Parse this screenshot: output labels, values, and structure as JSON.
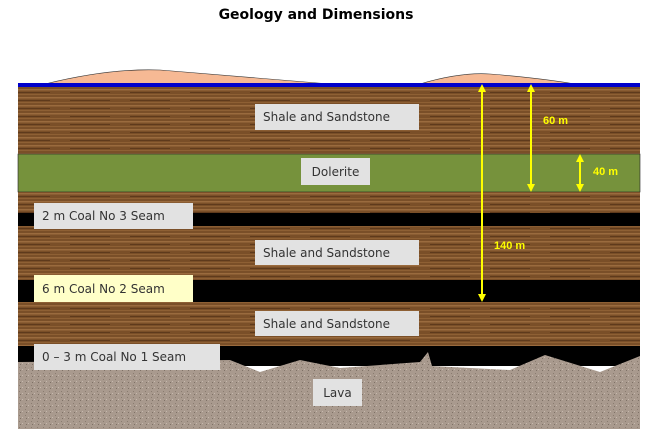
{
  "title": "Geology and Dimensions",
  "layers": {
    "shale_1": "Shale and Sandstone",
    "dolerite": "Dolerite",
    "coal_3": "2 m Coal No 3 Seam",
    "shale_2": "Shale and Sandstone",
    "coal_2": "6 m Coal No 2 Seam",
    "shale_3": "Shale and Sandstone",
    "coal_1": "0 – 3 m Coal No 1 Seam",
    "lava": "Lava"
  },
  "dimensions": {
    "total": "140 m",
    "to_dolerite_base": "60 m",
    "dolerite": "40 m"
  },
  "colors": {
    "shale": "#7a4f28",
    "dolerite": "#76923c",
    "coal": "#000000",
    "lava": "#a99a8e",
    "surface": "#0000cc",
    "soil": "#f6b994",
    "arrow": "#ffff00",
    "highlight": "#ffffc8"
  }
}
